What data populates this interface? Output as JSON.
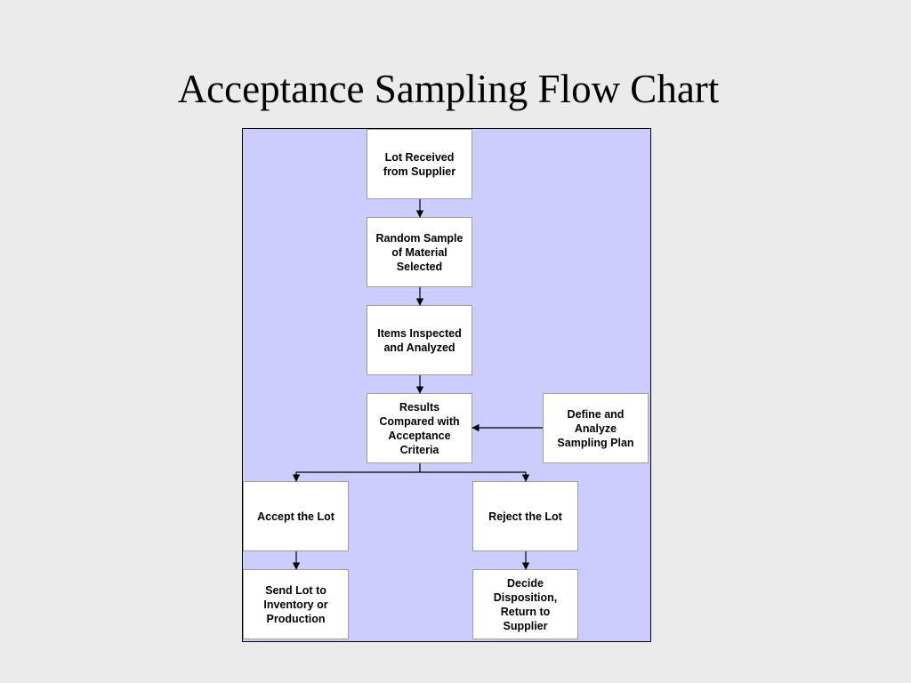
{
  "title": "Acceptance Sampling Flow Chart",
  "nodes": {
    "lot_received": "Lot Received from Supplier",
    "random_sample": "Random Sample of Material Selected",
    "items_inspected": "Items Inspected and Analyzed",
    "results_compared": "Results Compared with Acceptance Criteria",
    "define_plan": "Define and Analyze Sampling Plan",
    "accept_lot": "Accept the Lot",
    "reject_lot": "Reject the Lot",
    "send_lot": "Send Lot to Inventory or Production",
    "decide_disposition": "Decide Disposition, Return to Supplier"
  },
  "colors": {
    "background": "#ebebeb",
    "panel": "#ccccff",
    "box": "#ffffff",
    "line": "#000000"
  }
}
